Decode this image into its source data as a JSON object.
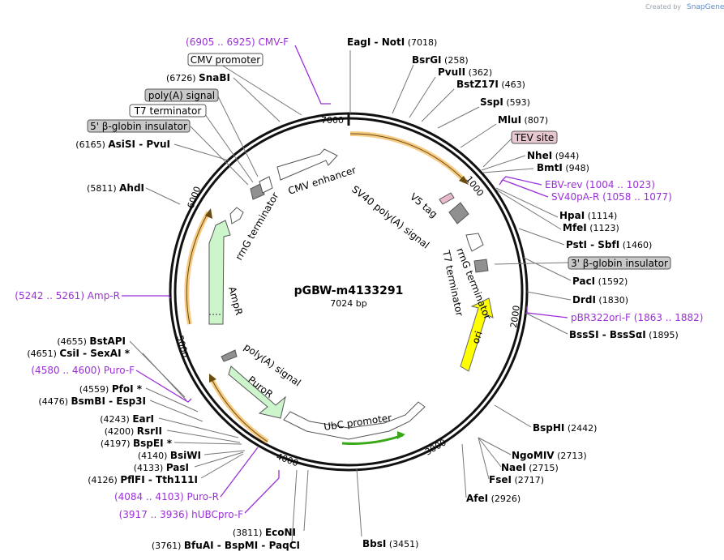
{
  "credit": {
    "created_by": "Created by",
    "brand": "SnapGene"
  },
  "plasmid": {
    "name": "pGBW-m4133291",
    "length": "7024 bp"
  },
  "ticks": [
    "1000",
    "2000",
    "3000",
    "4000",
    "5000",
    "6000",
    "7000"
  ],
  "sites": [
    {
      "text": [
        "EagI",
        " - ",
        "NotI",
        "  (7018)"
      ]
    },
    {
      "text": [
        "BsrGI",
        "  (258)"
      ]
    },
    {
      "text": [
        "PvuII",
        "  (362)"
      ]
    },
    {
      "text": [
        "BstZ17I",
        "  (463)"
      ]
    },
    {
      "text": [
        "SspI",
        "  (593)"
      ]
    },
    {
      "text": [
        "MluI",
        "  (807)"
      ]
    },
    {
      "text": [
        "NheI",
        "  (944)"
      ]
    },
    {
      "text": [
        "BmtI",
        "  (948)"
      ]
    },
    {
      "text": [
        "HpaI",
        "  (1114)"
      ]
    },
    {
      "text": [
        "MfeI",
        "  (1123)"
      ]
    },
    {
      "text": [
        "PstI",
        " - ",
        "SbfI",
        "  (1460)"
      ]
    },
    {
      "text": [
        "PacI",
        "  (1592)"
      ]
    },
    {
      "text": [
        "DrdI",
        "  (1830)"
      ]
    },
    {
      "text": [
        "BssSI",
        " - ",
        "BssSαI",
        "  (1895)"
      ]
    },
    {
      "text": [
        "BspHI",
        "  (2442)"
      ]
    },
    {
      "text": [
        "NgoMIV",
        "  (2713)"
      ]
    },
    {
      "text": [
        "NaeI",
        "  (2715)"
      ]
    },
    {
      "text": [
        "FseI",
        "  (2717)"
      ]
    },
    {
      "text": [
        "AfeI",
        "  (2926)"
      ]
    },
    {
      "text": [
        "BbsI",
        "  (3451)"
      ]
    },
    {
      "text": [
        "(3811)  ",
        "EcoNI"
      ]
    },
    {
      "text": [
        "(3761)  ",
        "BfuAI",
        " - ",
        "BspMI",
        " - ",
        "PaqCI"
      ]
    },
    {
      "text": [
        "(4126)  ",
        "PflFI",
        " - ",
        "Tth111I"
      ]
    },
    {
      "text": [
        "(4133)  ",
        "PasI"
      ]
    },
    {
      "text": [
        "(4140)  ",
        "BsiWI"
      ]
    },
    {
      "text": [
        "(4197)  ",
        "BspEI",
        " *"
      ]
    },
    {
      "text": [
        "(4200)  ",
        "RsrII"
      ]
    },
    {
      "text": [
        "(4243)  ",
        "EarI"
      ]
    },
    {
      "text": [
        "(4476)  ",
        "BsmBI",
        " - ",
        "Esp3I"
      ]
    },
    {
      "text": [
        "(4559)  ",
        "PfoI",
        " *"
      ]
    },
    {
      "text": [
        "(4651)  ",
        "CsiI",
        " - ",
        "SexAI",
        " *"
      ]
    },
    {
      "text": [
        "(4655)  ",
        "BstAPI"
      ]
    },
    {
      "text": [
        "(5811)  ",
        "AhdI"
      ]
    },
    {
      "text": [
        "(6165)  ",
        "AsiSI",
        " - ",
        "PvuI"
      ]
    },
    {
      "text": [
        "(6726)  ",
        "SnaBI"
      ]
    }
  ],
  "primers": [
    {
      "text": "(6905 .. 6925)  CMV-F"
    },
    {
      "text": "EBV-rev   (1004 .. 1023)"
    },
    {
      "text": "SV40pA-R   (1058 .. 1077)"
    },
    {
      "text": "pBR322ori-F   (1863 .. 1882)"
    },
    {
      "text": "(5242 .. 5261)  Amp-R"
    },
    {
      "text": "(4580 .. 4600)  Puro-F"
    },
    {
      "text": "(4084 .. 4103)  Puro-R"
    },
    {
      "text": "(3917 .. 3936)  hUBCpro-F"
    }
  ],
  "boxed_features": [
    {
      "text": "CMV promoter",
      "color": "#ffffff"
    },
    {
      "text": "poly(A) signal",
      "color": "#c8c8c8"
    },
    {
      "text": "T7 terminator",
      "color": "#ffffff"
    },
    {
      "text": "5' β-globin insulator",
      "color": "#c8c8c8"
    },
    {
      "text": "TEV site",
      "color": "#e8c8d0"
    },
    {
      "text": "3' β-globin insulator",
      "color": "#c8c8c8"
    }
  ],
  "inner_features": [
    {
      "text": "CMV enhancer"
    },
    {
      "text": "SV40 poly(A) signal"
    },
    {
      "text": "V5 tag"
    },
    {
      "text": "rrnG terminator"
    },
    {
      "text": "T7 terminator"
    },
    {
      "text": "rrnG terminator"
    },
    {
      "text": "AmpR"
    },
    {
      "text": "poly(A) signal"
    },
    {
      "text": "PuroR"
    },
    {
      "text": "UbC promoter"
    },
    {
      "text": "ori"
    }
  ],
  "colors": {
    "orf": "#f0a830",
    "ori": "#ffff00",
    "ampr": "#ccf5cc",
    "puror": "#ccf5cc",
    "ubc_green": "#39a818",
    "primer": "#9b30d9"
  }
}
